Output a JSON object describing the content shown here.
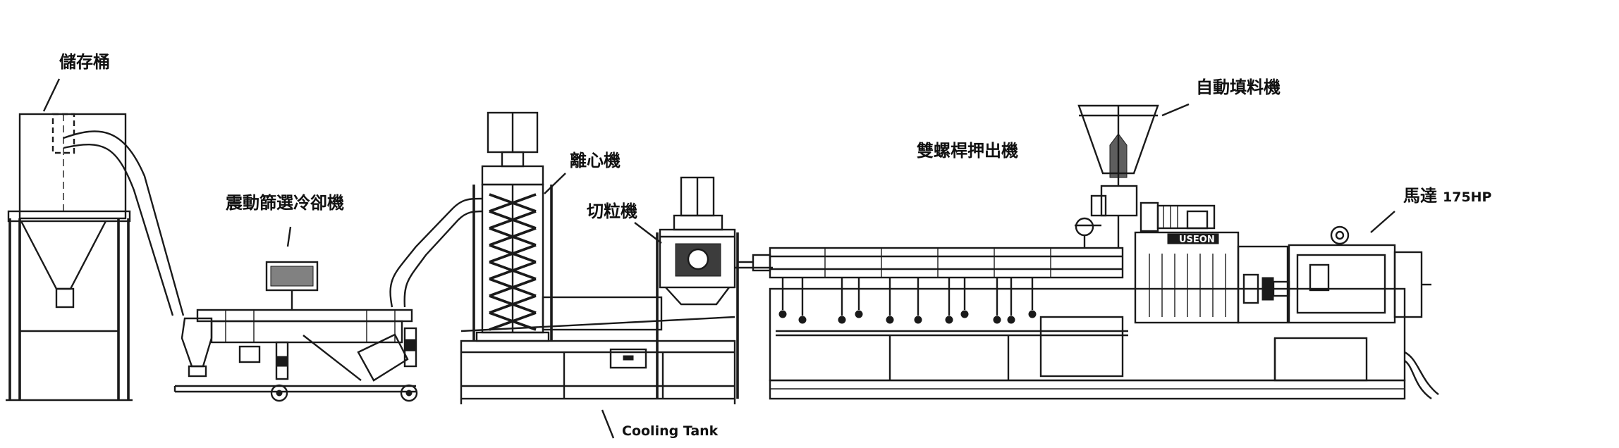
{
  "labels": {
    "storage_bucket": "儲存桶",
    "vibrating_screen_cooler": "震動篩選冷卻機",
    "centrifuge": "離心機",
    "pelletizer": "切粒機",
    "cooling_tank": "Cooling Tank",
    "twin_screw_extruder": "雙螺桿押出機",
    "auto_feeder": "自動填料機",
    "motor": "馬達",
    "motor_power": "175HP",
    "brand_plate": "USEON"
  }
}
